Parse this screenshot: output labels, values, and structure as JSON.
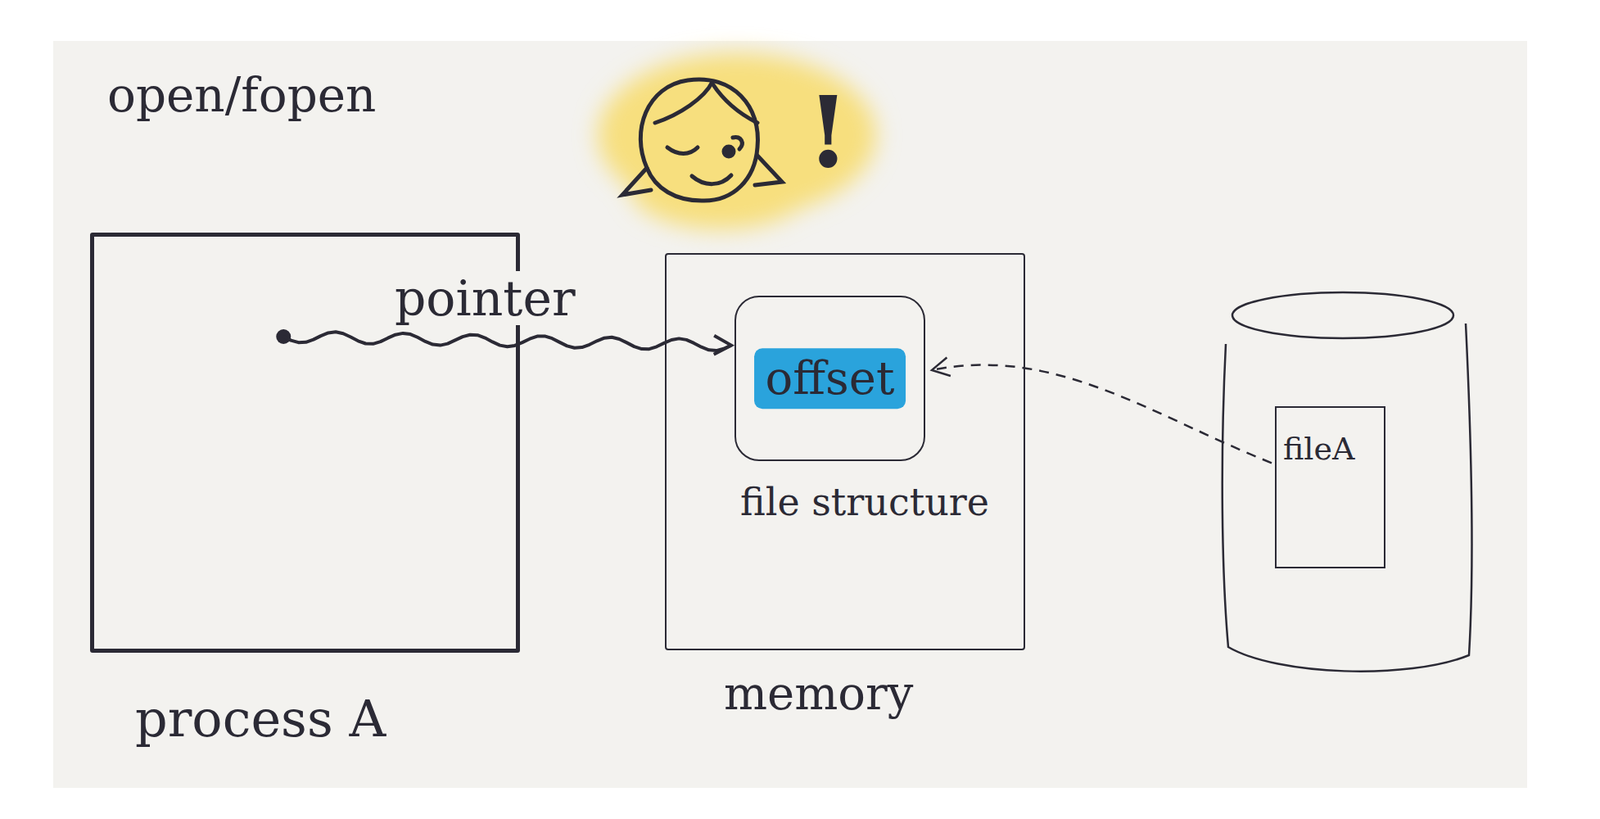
{
  "diagram": {
    "nodes": [
      {
        "text": [
          "process A"
        ]
      },
      {
        "text": [
          "memory"
        ]
      },
      {
        "text": [
          "offset",
          "file structure"
        ],
        "in": 1
      },
      {
        "text": [
          "fileA"
        ]
      }
    ],
    "edges": [
      {
        "from": 0,
        "to": 2,
        "label": "pointer",
        "arrow": "to"
      },
      {
        "from": 3,
        "to": 2,
        "arrow": "to"
      }
    ],
    "labels": [
      "open/fopen",
      "!"
    ]
  }
}
